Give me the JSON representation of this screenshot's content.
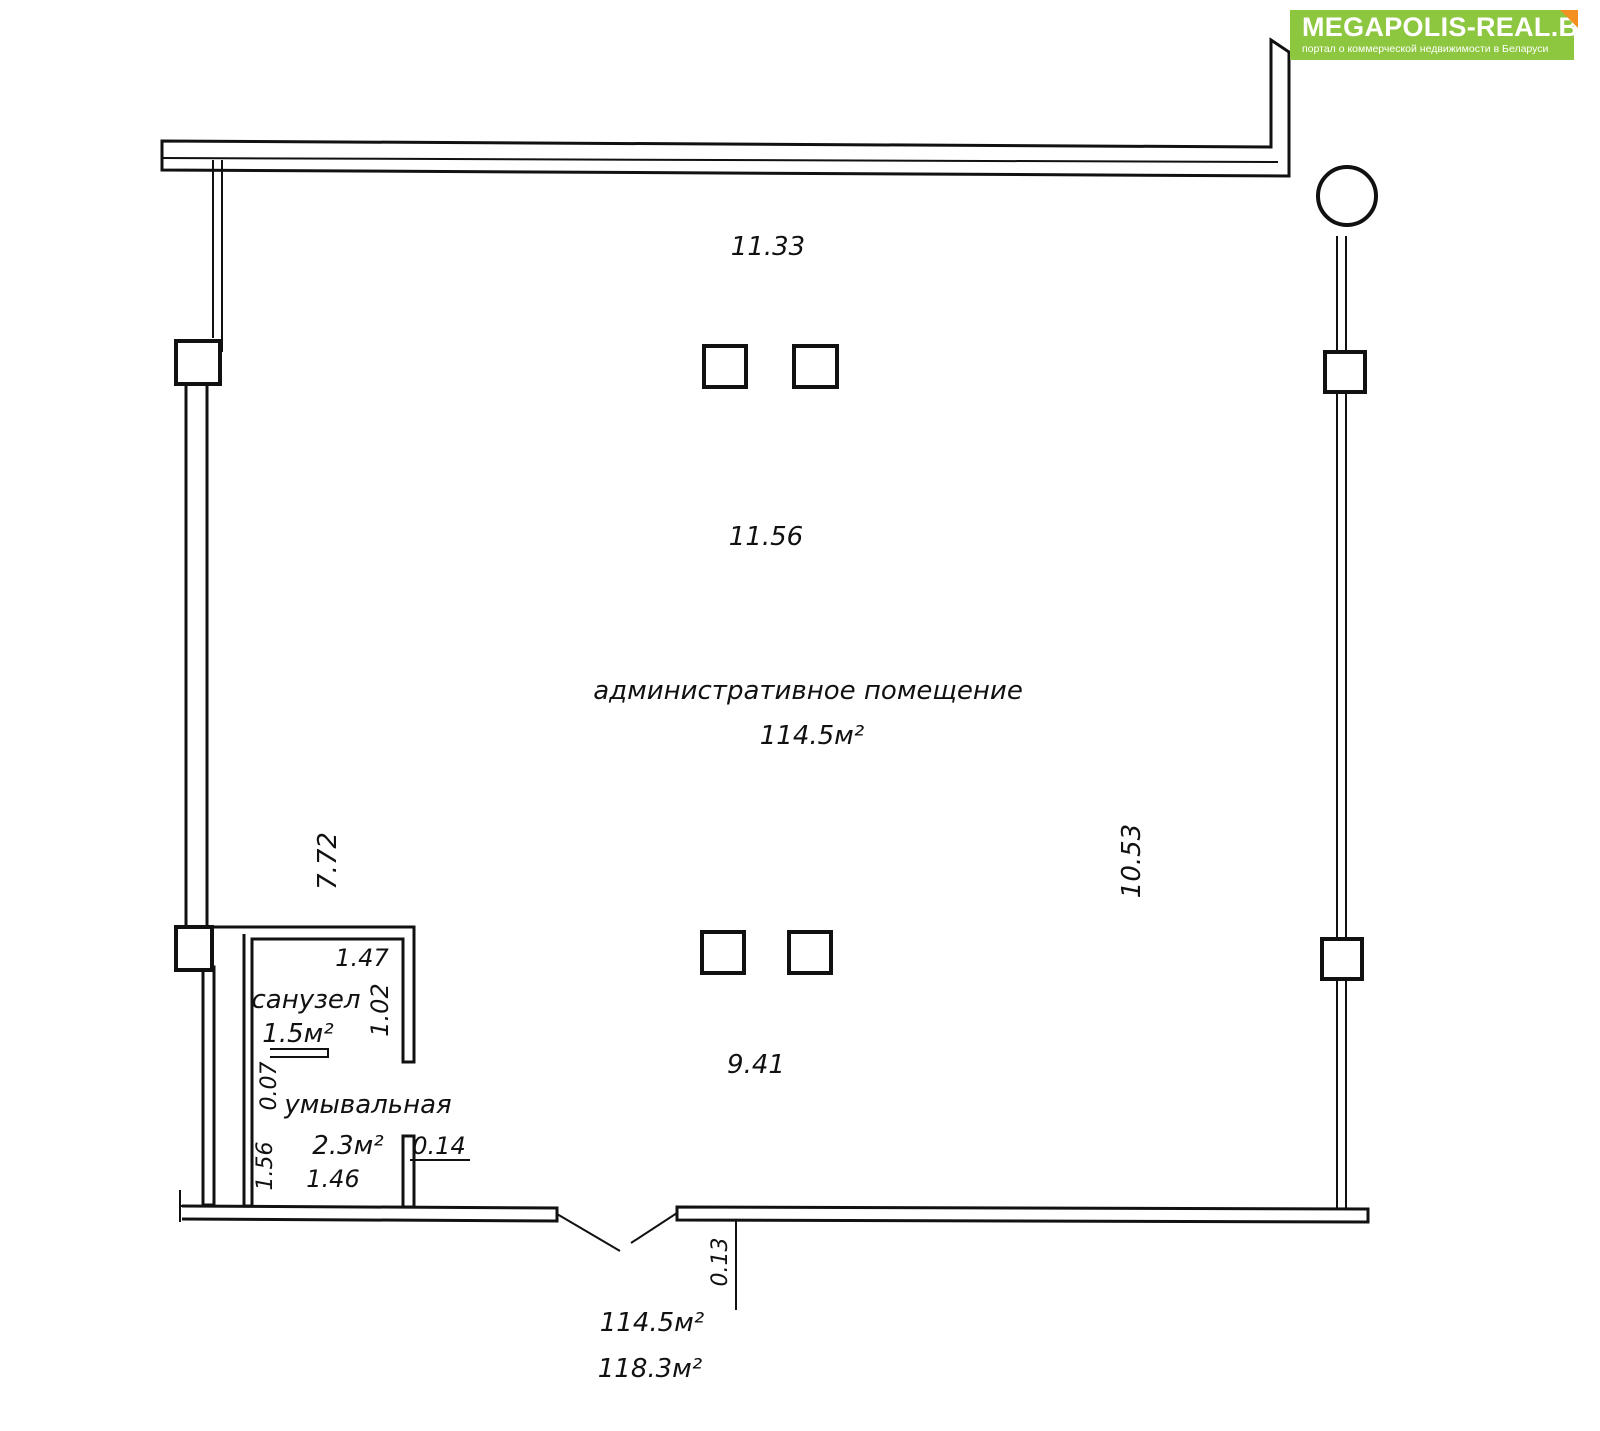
{
  "watermark": {
    "title": "MEGAPOLIS-REAL.BY",
    "subtitle": "портал о коммерческой недвижимости в Беларуси",
    "color": "#8dc63f",
    "accent": "#f29021"
  },
  "room": {
    "name": "административное помещение",
    "area": "114.5м²"
  },
  "bathroom": {
    "name": "санузел",
    "area": "1.5м²"
  },
  "washroom": {
    "name": "умывальная",
    "area": "2.3м²"
  },
  "dimensions": {
    "top": "11.33",
    "middle": "11.56",
    "left": "7.72",
    "right": "10.53",
    "bottom": "9.41",
    "bathroom_width": "1.47",
    "bathroom_depth": "1.02",
    "partition": "0.07",
    "washroom_depth": "1.56",
    "washroom_width": "1.46",
    "wall_thickness_a": "0.14",
    "wall_thickness_b": "0.13"
  },
  "totals": {
    "living": "114.5м²",
    "total": "118.3м²"
  }
}
